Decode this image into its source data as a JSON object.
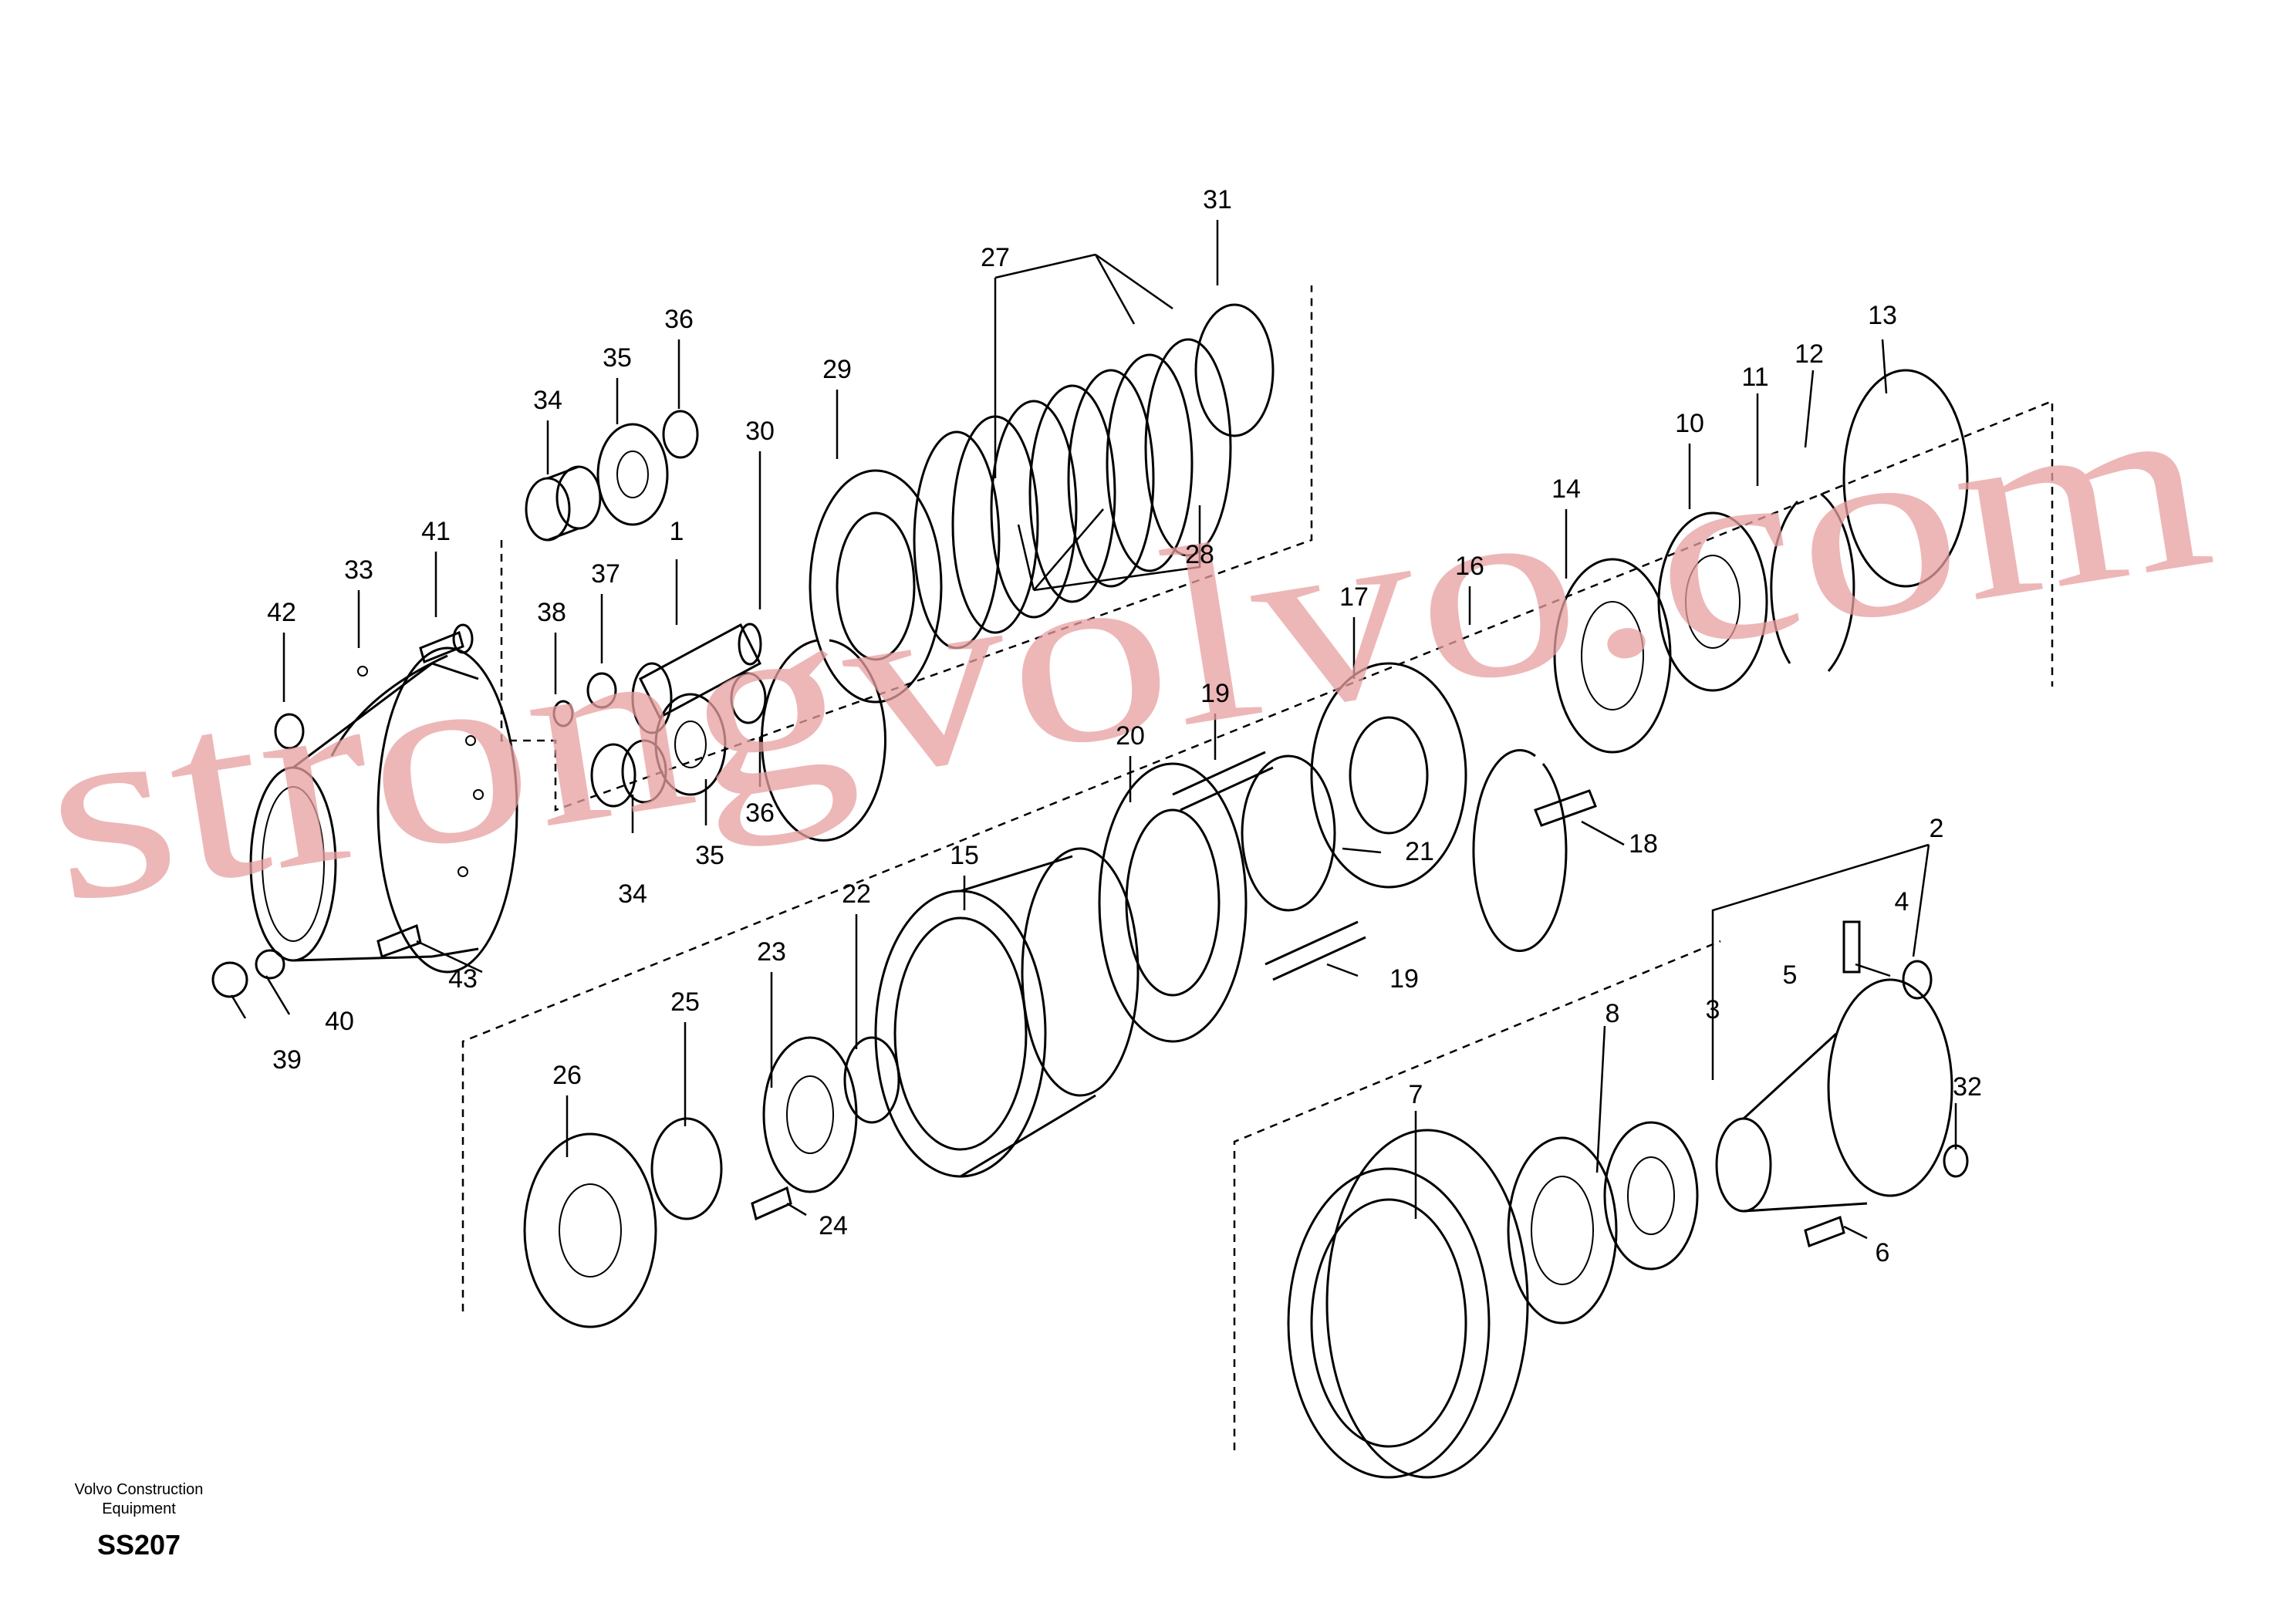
{
  "footer": {
    "company_line1": "Volvo Construction",
    "company_line2": "Equipment",
    "code": "SS207"
  },
  "watermark": "strongvolvo.com",
  "callouts": [
    "1",
    "2",
    "3",
    "4",
    "5",
    "6",
    "7",
    "8",
    "10",
    "11",
    "12",
    "13",
    "14",
    "15",
    "16",
    "17",
    "18",
    "19",
    "19",
    "20",
    "21",
    "22",
    "23",
    "24",
    "25",
    "26",
    "27",
    "28",
    "29",
    "30",
    "31",
    "32",
    "33",
    "34",
    "34",
    "35",
    "35",
    "36",
    "36",
    "37",
    "38",
    "39",
    "40",
    "41",
    "42",
    "43"
  ],
  "colors": {
    "line": "#000000",
    "watermark": "#e8a0a0",
    "background": "#ffffff"
  }
}
